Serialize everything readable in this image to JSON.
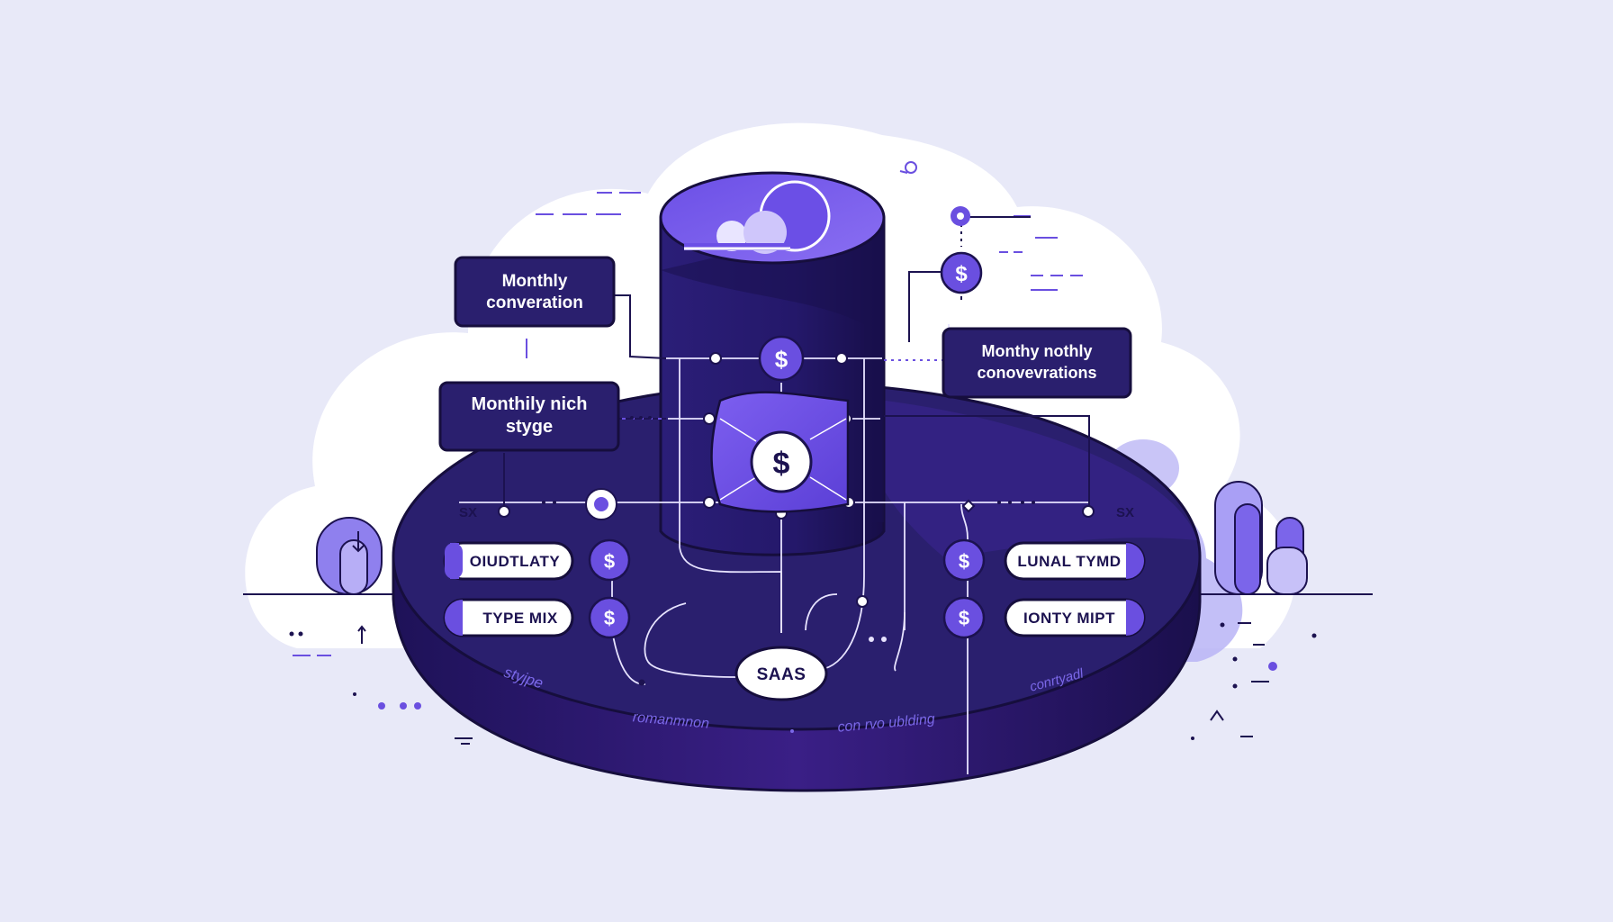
{
  "colors": {
    "background": "#e8e9f8",
    "cloud": "#ffffff",
    "navy": "#2a1f6e",
    "deep_navy": "#1c1250",
    "violet": "#6a4fe0",
    "light_violet": "#9b8cf3",
    "lavender": "#b9b3f7",
    "outline": "#160e3d"
  },
  "label_boxes": {
    "top_left": [
      "Monthly",
      "converation"
    ],
    "mid_left": [
      "Monthily nich",
      "styge"
    ],
    "right": [
      "Monthy nothly",
      "conovevrations"
    ]
  },
  "pills": {
    "left_top": "OIUDTLATY",
    "left_bottom": "TYPE MIX",
    "right_top": "LUNAL TYMD",
    "right_bottom": "IONTY MIPT"
  },
  "center_node": "SAAS",
  "currency_symbol": "$",
  "side_tags": {
    "left": "SX",
    "right": "SX"
  },
  "platform_labels": {
    "left": "styjpe",
    "center_left": "romanmnon",
    "center_right": "con rvo ublding",
    "right": "conrtyadl"
  },
  "icons": [
    "dollar-coin-icon",
    "cloud-icon",
    "cylinder-database-icon",
    "flowchart-hub-icon",
    "bar-chart-icon",
    "tree-icon"
  ]
}
